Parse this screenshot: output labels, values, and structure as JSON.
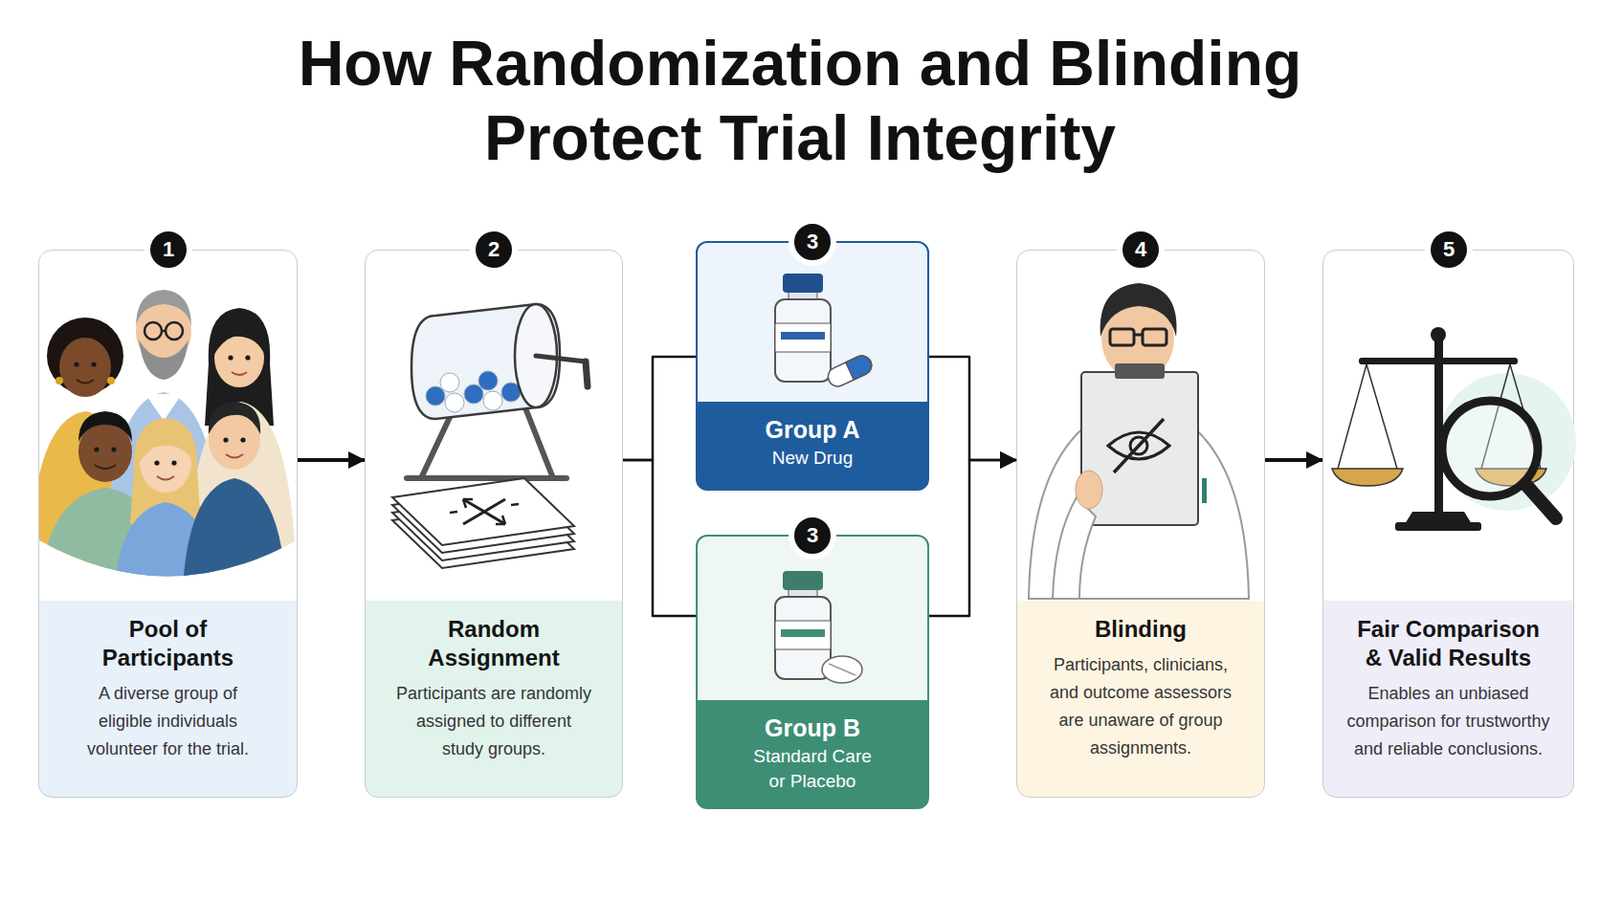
{
  "diagram": {
    "title": "How Randomization and Blinding Protect Trial Integrity",
    "nodes": [
      {
        "text": [
          "Pool of Participants",
          "A diverse group of eligible individuals volunteer for the trial."
        ]
      },
      {
        "text": [
          "Random Assignment",
          "Participants are randomly assigned to different study groups."
        ]
      },
      {
        "text": [
          "Group A",
          "New Drug"
        ]
      },
      {
        "text": [
          "Group B",
          "Standard Care or Placebo"
        ]
      },
      {
        "text": [
          "Blinding",
          "Participants, clinicians, and outcome assessors are unaware of group assignments."
        ]
      },
      {
        "text": [
          "Fair Comparison & Valid Results",
          "Enables an unbiased comparison for trustworthy and reliable conclusions."
        ]
      }
    ],
    "edges": [
      {
        "from": 0,
        "to": 1,
        "arrow": "to"
      },
      {
        "from": 1,
        "to": 2,
        "arrow": "none"
      },
      {
        "from": 1,
        "to": 3,
        "arrow": "none"
      },
      {
        "from": 2,
        "to": 4,
        "arrow": "to"
      },
      {
        "from": 3,
        "to": 4,
        "arrow": "to"
      },
      {
        "from": 4,
        "to": 5,
        "arrow": "to"
      }
    ],
    "labels": [
      "1",
      "2",
      "3",
      "3",
      "4",
      "5"
    ]
  }
}
